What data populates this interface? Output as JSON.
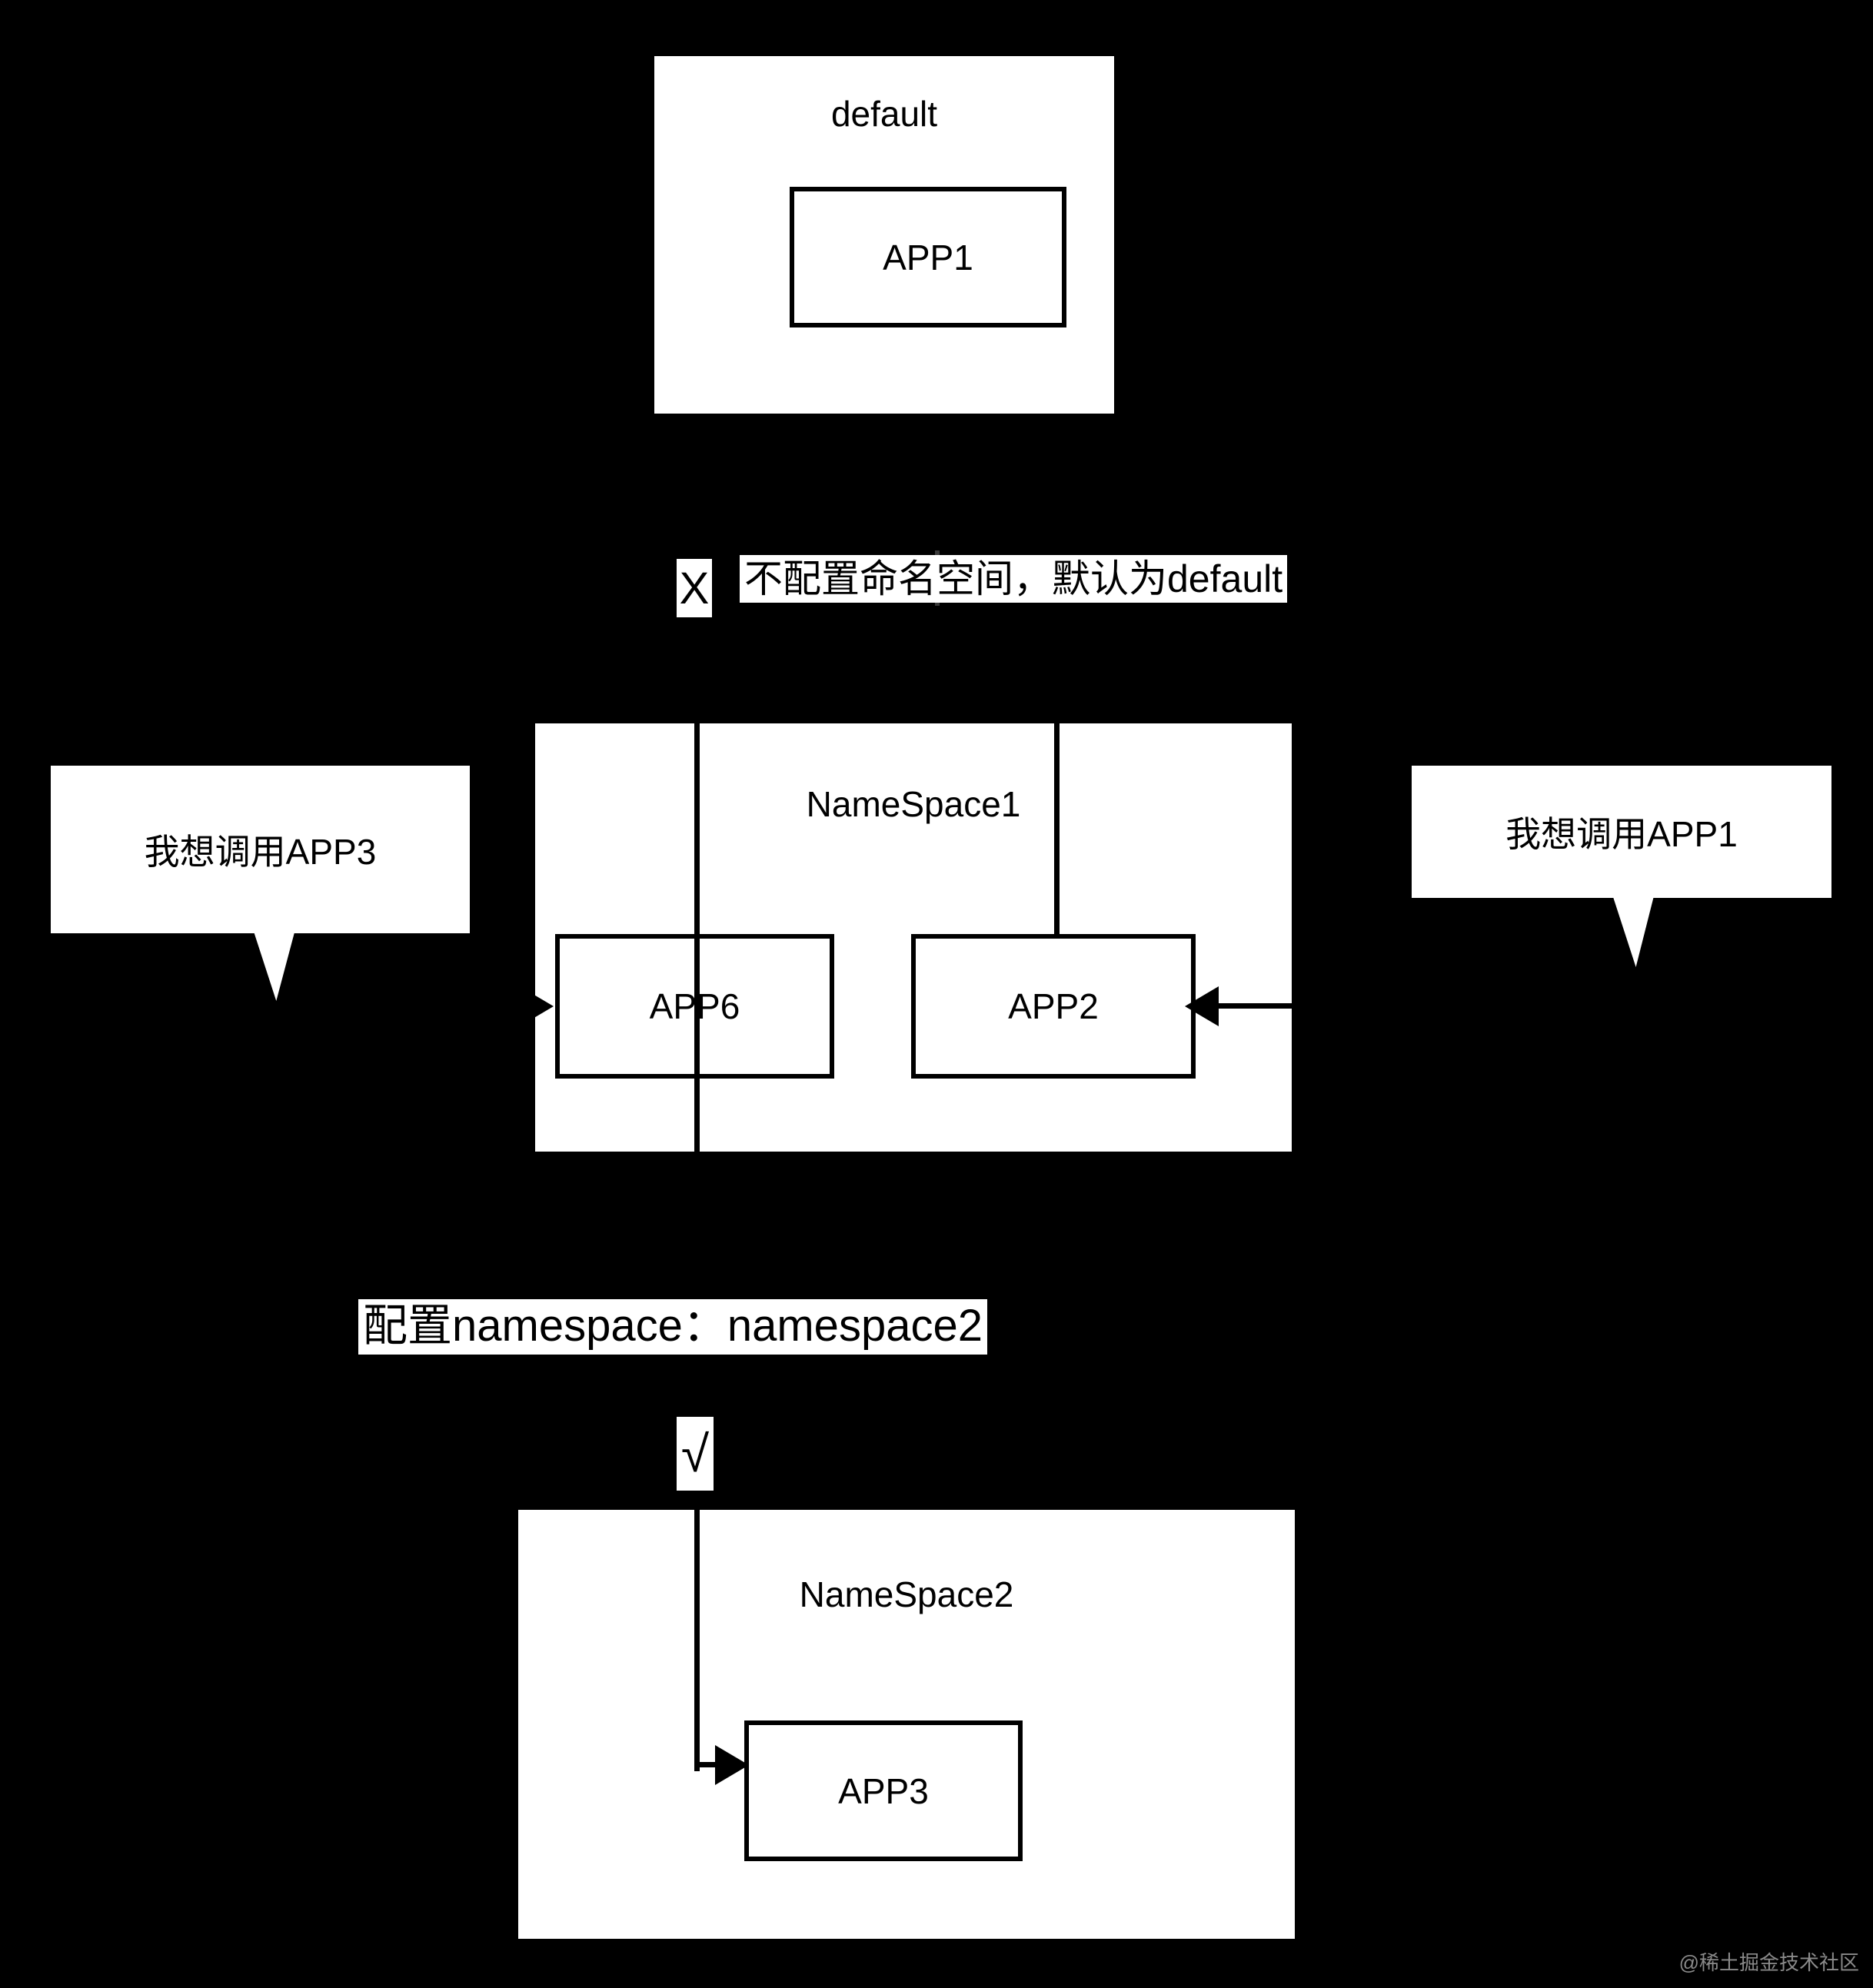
{
  "diagram": {
    "title": "Kubernetes namespace service discovery diagram",
    "background_color": "#000000",
    "box_fill_color": "#ffffff",
    "stroke_color": "#000000"
  },
  "namespaces": [
    {
      "id": "default",
      "label": "default",
      "apps": [
        {
          "id": "app1",
          "label": "APP1"
        }
      ]
    },
    {
      "id": "namespace1",
      "label": "NameSpace1",
      "apps": [
        {
          "id": "app6",
          "label": "APP6"
        },
        {
          "id": "app2",
          "label": "APP2"
        }
      ]
    },
    {
      "id": "namespace2",
      "label": "NameSpace2",
      "apps": [
        {
          "id": "app3",
          "label": "APP3"
        }
      ]
    }
  ],
  "callouts": [
    {
      "id": "left-bubble",
      "text": "我想调用APP3"
    },
    {
      "id": "right-bubble",
      "text": "我想调用APP1"
    }
  ],
  "notes": [
    {
      "id": "no-namespace-note",
      "text": "不配置命名空间，默认为default"
    },
    {
      "id": "configure-namespace-note",
      "text": "配置namespace：namespace2"
    }
  ],
  "markers": [
    {
      "id": "cross-marker",
      "symbol": "X",
      "meaning": "invalid"
    },
    {
      "id": "check-marker",
      "symbol": "√",
      "meaning": "valid"
    }
  ],
  "watermark": {
    "text": "@稀土掘金技术社区"
  }
}
